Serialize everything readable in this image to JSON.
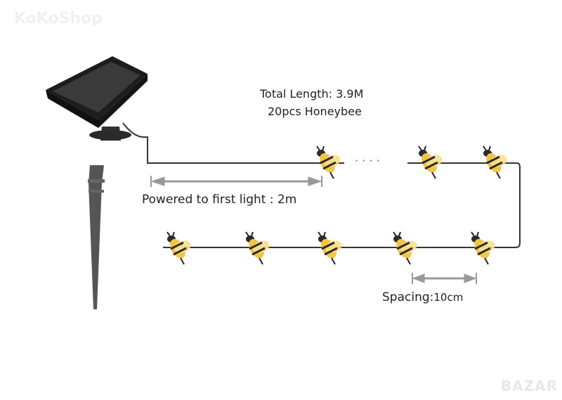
{
  "watermark": "KoKoShop",
  "specs": {
    "total_length": "Total Length: 3.9M",
    "count": "20pcs Honeybee"
  },
  "powered_label": "Powered to first light : 2m",
  "spacing": {
    "label": "Spacing:",
    "value": "10cm"
  },
  "logo": "BAZAR",
  "ellipsis": "· · · ·",
  "colors": {
    "bee_yellow": "#f6cf55",
    "wire": "#333333",
    "arrow": "#999999"
  }
}
